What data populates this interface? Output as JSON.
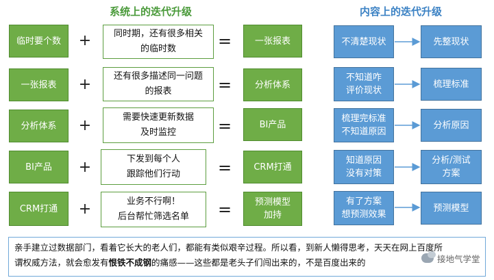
{
  "left_title": "系统上的迭代升级",
  "right_title": "内容上的迭代升级",
  "plus_symbol": "+",
  "equals_symbol": "=",
  "rows": [
    {
      "input": "临时要个数",
      "condition": "同时期，还有很多相关\n的临时数",
      "result": "一张报表"
    },
    {
      "input": "一张报表",
      "condition": "还有很多描述同一问题\n的报表",
      "result": "分析体系"
    },
    {
      "input": "分析体系",
      "condition": "需要快速更新数据\n及时监控",
      "result": "BI产品"
    },
    {
      "input": "BI产品",
      "condition": "下发到每个人\n跟踪他们行动",
      "result": "CRM打通"
    },
    {
      "input": "CRM打通",
      "condition": "业务不行啊！\n后台帮忙筛选名单",
      "result": "预测模型\n加持"
    }
  ],
  "content_rows": [
    {
      "from": "不清楚现状",
      "to": "先整现状"
    },
    {
      "from": "不知道咋\n评价现状",
      "to": "梳理标准"
    },
    {
      "from": "梳理完标准\n不知道原因",
      "to": "分析原因"
    },
    {
      "from": "知道原因\n没有对策",
      "to": "分析/测试\n方案"
    },
    {
      "from": "有了方案\n想预测效果",
      "to": "预测模型"
    }
  ],
  "footer": {
    "line1": "亲手建立过数据部门，看着它长大的老人们，都能有类似艰辛过程。所以看，到新人懒得思考，天天在网上百度所",
    "line2_pre": "谓权威方法，就会愈发有",
    "line2_bold": "恨铁不成钢",
    "line2_post": "的痛感——这些都是老头子们闯出来的，不是百度出来的"
  },
  "watermark": "接地气学堂",
  "colors": {
    "green": "#6fad47",
    "blue": "#5b9bd5",
    "title_green": "#4a9a3a",
    "title_blue": "#3c82c4"
  }
}
